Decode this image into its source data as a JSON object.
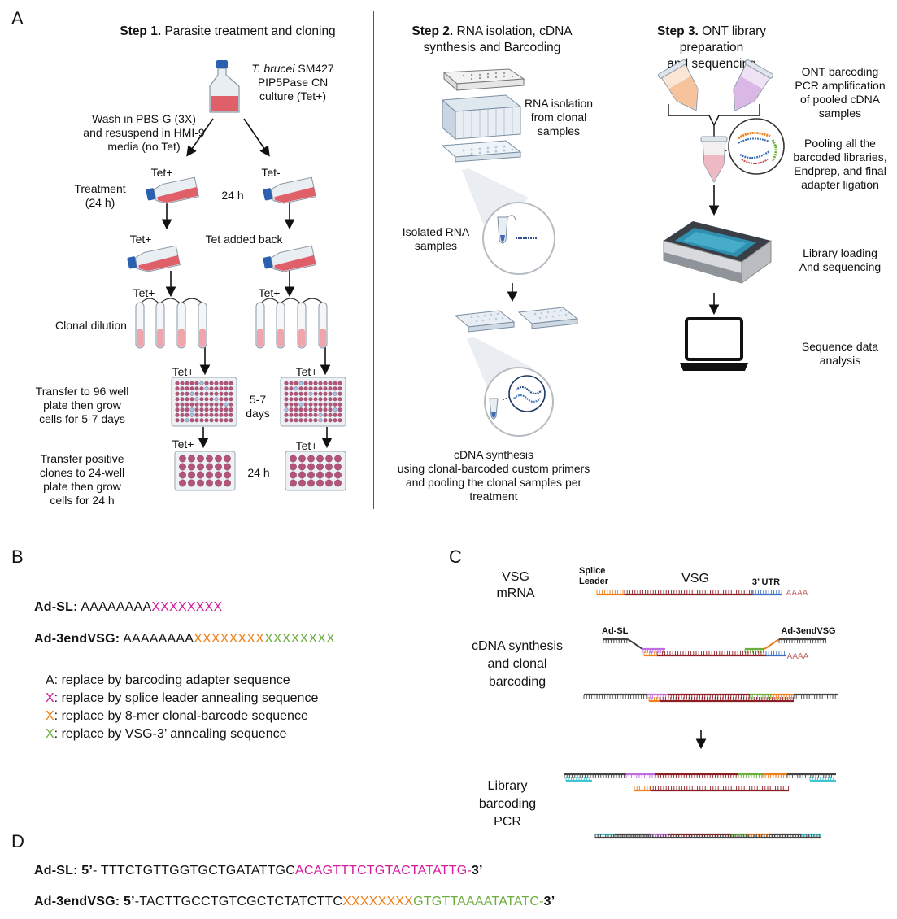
{
  "panels": {
    "a": "A",
    "b": "B",
    "c": "C",
    "d": "D"
  },
  "step1": {
    "title_bold": "Step 1.",
    "title_rest": " Parasite treatment and cloning",
    "culture_italic": "T. brucei",
    "culture_line1_rest": " SM427",
    "culture_line2": "PIP5Pase CN",
    "culture_line3": "culture (Tet+)",
    "wash": [
      "Wash in PBS-G (3X)",
      "and resuspend in HMI-9",
      "media (no Tet)"
    ],
    "treatment": [
      "Treatment",
      "(24 h)"
    ],
    "tet_plus": "Tet+",
    "tet_minus": "Tet-",
    "h24": "24 h",
    "tet_added_back": "Tet added back",
    "clonal_dilution": "Clonal dilution",
    "transfer96": [
      "Transfer to 96 well",
      "plate then grow",
      "cells for 5-7 days"
    ],
    "days57": [
      "5-7",
      "days"
    ],
    "transfer24": [
      "Transfer positive",
      "clones to 24-well",
      "plate then grow",
      "cells for 24 h"
    ]
  },
  "step2": {
    "title_bold": "Step 2.",
    "title_rest": " RNA isolation, cDNA",
    "title_line2": "synthesis and Barcoding",
    "rna_isolation": [
      "RNA isolation",
      "from clonal",
      "samples"
    ],
    "isolated_rna": [
      "Isolated RNA",
      "samples"
    ],
    "cdna_synthesis": [
      "cDNA synthesis",
      "using clonal-barcoded custom primers",
      "and pooling the clonal samples per",
      "treatment"
    ]
  },
  "step3": {
    "title_bold": "Step 3.",
    "title_rest": " ONT library preparation",
    "title_line2": "and sequencing",
    "ont_barcoding": [
      "ONT barcoding",
      "PCR amplification",
      "of pooled cDNA",
      "samples"
    ],
    "pooling": [
      "Pooling all the",
      "barcoded libraries,",
      "Endprep, and final",
      "adapter ligation"
    ],
    "loading": [
      "Library loading",
      "And sequencing"
    ],
    "analysis": [
      "Sequence data",
      "analysis"
    ]
  },
  "panelB": {
    "adsl_label": "Ad-SL:",
    "adsl_a": "AAAAAAAA",
    "adsl_x": "XXXXXXXX",
    "ad3_label": "Ad-3endVSG:",
    "ad3_a": "AAAAAAAA",
    "ad3_x1": "XXXXXXXX",
    "ad3_x2": "XXXXXXXX",
    "legend": [
      {
        "key": "A",
        "text": ": replace by barcoding adapter sequence",
        "color": "#111111"
      },
      {
        "key": "X",
        "text": ": replace by splice leader annealing sequence",
        "color": "#d41c9c"
      },
      {
        "key": "X",
        "text": ": replace by 8-mer clonal-barcode sequence",
        "color": "#ef7f1a"
      },
      {
        "key": "X",
        "text": ": replace by VSG-3’ annealing sequence",
        "color": "#6cae3e"
      }
    ]
  },
  "panelC": {
    "vsg_mrna": [
      "VSG",
      "mRNA"
    ],
    "splice_leader": [
      "Splice",
      "Leader"
    ],
    "vsg": "VSG",
    "utr": "3’ UTR",
    "polya": "AAAA",
    "ad_sl": "Ad-SL",
    "ad_3endvsg": "Ad-3endVSG",
    "cdna_label": [
      "cDNA synthesis",
      "and clonal",
      "barcoding"
    ],
    "library_label": [
      "Library",
      "barcoding",
      "PCR"
    ]
  },
  "panelD": {
    "adsl_label": "Ad-SL:",
    "adsl_5": "5’",
    "adsl_black": "- TTTCTGTTGGTGCTGATATTGC",
    "adsl_mag": "ACAGTTTCTGTACTATATTG",
    "adsl_dash": "-",
    "adsl_3": "3’",
    "ad3_label": "Ad-3endVSG:",
    "ad3_5": "5’",
    "ad3_black": "-TACTTGCCTGTCGCTCTATCTTC",
    "ad3_org": "XXXXXXXX",
    "ad3_grn": "GTGTTAAAATATATC",
    "ad3_dash": "-",
    "ad3_3": "3’"
  },
  "colors": {
    "magenta": "#d41c9c",
    "orange": "#ef7f1a",
    "green": "#6cae3e",
    "cdna_red": "#8b1f24",
    "blue": "#3a6fbf",
    "cyan": "#3fc4d0",
    "purple": "#c06de0",
    "gray": "#444444",
    "well_pink": "#b5547a"
  }
}
